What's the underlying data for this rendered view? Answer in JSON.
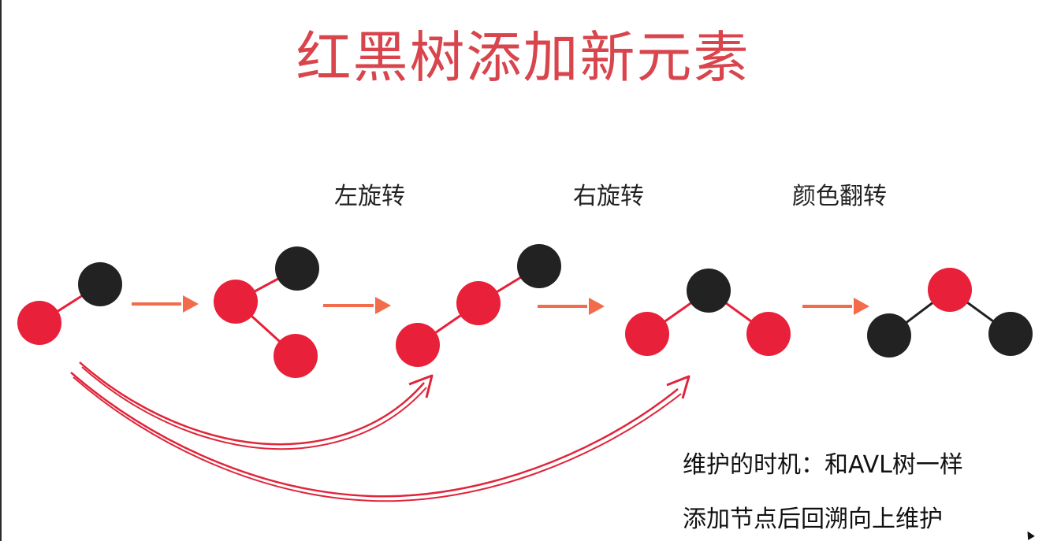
{
  "title": "红黑树添加新元素",
  "operations": {
    "left_rotate": "左旋转",
    "right_rotate": "右旋转",
    "color_flip": "颜色翻转"
  },
  "notes": {
    "line1": "维护的时机：和AVL树一样",
    "line2": "添加节点后回溯向上维护"
  },
  "colors": {
    "red_node": "#e8203a",
    "black_node": "#222222",
    "arrow": "#f26b4b",
    "curve": "#e0253a",
    "title": "#d8454c"
  }
}
